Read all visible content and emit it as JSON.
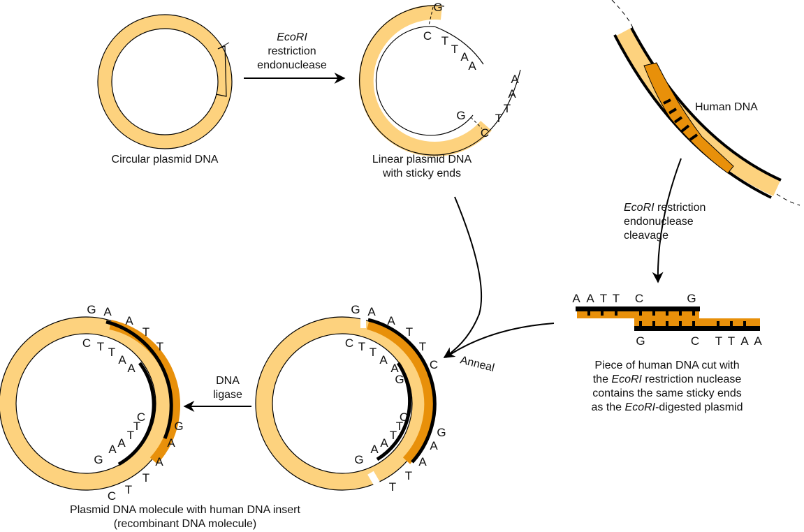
{
  "colors": {
    "plasmid_light": "#fdd27e",
    "human_dark": "#e8900a",
    "outline": "#000000",
    "background": "#ffffff"
  },
  "stage1": {
    "caption": "Circular plasmid DNA"
  },
  "arrow1": {
    "enzyme_italic": "EcoRI",
    "line2": "restriction",
    "line3": "endonuclease"
  },
  "stage2": {
    "caption_line1": "Linear plasmid DNA",
    "caption_line2": "with sticky ends",
    "top_end": {
      "outer": "G",
      "inner": [
        "C",
        "T",
        "T",
        "A",
        "A"
      ]
    },
    "bottom_end": {
      "outer": [
        "A",
        "A",
        "T",
        "T",
        "C"
      ],
      "inner": "G"
    }
  },
  "human": {
    "label": "Human DNA",
    "cleavage_italic": "EcoRI",
    "cleavage_line1_rest": " restriction",
    "cleavage_line2": "endonuclease",
    "cleavage_line3": "cleavage"
  },
  "fragment": {
    "top_bases": [
      "A",
      "A",
      "T",
      "T",
      "C",
      "G"
    ],
    "bottom_bases": [
      "G",
      "C",
      "T",
      "T",
      "A",
      "A"
    ],
    "caption_line1": "Piece of human DNA cut with",
    "caption_line2_pre": "the ",
    "caption_line2_it": "EcoRI",
    "caption_line2_post": " restriction nuclease",
    "caption_line3": "contains the same sticky ends",
    "caption_line4_pre": "as the ",
    "caption_line4_it": "EcoRI",
    "caption_line4_post": "-digested plasmid"
  },
  "anneal": {
    "label": "Anneal",
    "outer_bases": [
      "G",
      "A",
      "A",
      "T",
      "T",
      "C",
      "G",
      "A",
      "A",
      "T",
      "T"
    ],
    "inner_bases": [
      "C",
      "T",
      "T",
      "A",
      "A",
      "G",
      "C",
      "T",
      "T",
      "A",
      "A",
      "G"
    ]
  },
  "ligase": {
    "line1": "DNA",
    "line2": "ligase"
  },
  "recombinant": {
    "caption_line1": "Plasmid DNA molecule with human DNA insert",
    "caption_line2": "(recombinant DNA molecule)"
  }
}
